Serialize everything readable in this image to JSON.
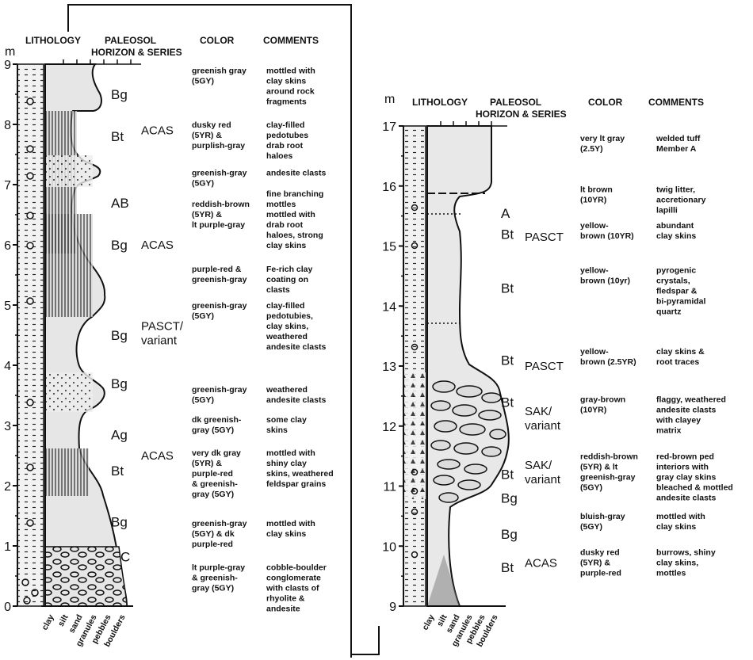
{
  "left_section": {
    "headers": {
      "lithology": "LITHOLOGY",
      "paleosol": "PALEOSOL",
      "horizon_series": "HORIZON & SERIES",
      "color": "COLOR",
      "comments": "COMMENTS"
    },
    "unit": "m",
    "depth_ticks": [
      "0",
      "1",
      "2",
      "3",
      "4",
      "5",
      "6",
      "7",
      "8",
      "9"
    ],
    "grain_labels": [
      "clay",
      "silt",
      "sand",
      "granules",
      "pebbles",
      "boulders"
    ],
    "horizons": [
      {
        "name": "Bg",
        "depth": 8.5
      },
      {
        "name": "Bt",
        "depth": 7.8
      },
      {
        "name": "AB",
        "depth": 6.7
      },
      {
        "name": "Bg",
        "depth": 6.0
      },
      {
        "name": "Bg",
        "depth": 4.5
      },
      {
        "name": "Bg",
        "depth": 3.7
      },
      {
        "name": "Ag",
        "depth": 2.85
      },
      {
        "name": "Bt",
        "depth": 2.25
      },
      {
        "name": "Bg",
        "depth": 1.4
      },
      {
        "name": "C",
        "depth": 0.82
      }
    ],
    "series": [
      {
        "lines": [
          "ACAS"
        ],
        "depth": 7.9
      },
      {
        "lines": [
          "ACAS"
        ],
        "depth": 6.0
      },
      {
        "lines": [
          "PASCT/",
          "variant"
        ],
        "depth": 4.65
      },
      {
        "lines": [
          "ACAS"
        ],
        "depth": 2.5
      }
    ],
    "notes": [
      {
        "color": [
          "greenish gray",
          "(5GY)"
        ],
        "comments": [
          "mottled with",
          "clay skins",
          "around rock",
          "fragments"
        ],
        "depth": 8.85
      },
      {
        "color": [
          "dusky red",
          "(5YR) &",
          "purplish-gray"
        ],
        "comments": [
          "clay-filled",
          "pedotubes",
          "drab root",
          "haloes"
        ],
        "depth": 7.95
      },
      {
        "color": [
          "greenish-gray",
          "(5GY)"
        ],
        "comments": [
          "andesite clasts"
        ],
        "depth": 7.15
      },
      {
        "color": [
          "",
          "reddish-brown",
          "(5YR) &",
          "lt purple-gray"
        ],
        "comments": [
          "fine branching",
          "mottles",
          "mottled with",
          "drab root",
          "haloes, strong",
          "clay skins"
        ],
        "depth": 6.8
      },
      {
        "color": [
          "purple-red &",
          "greenish-gray"
        ],
        "comments": [
          "Fe-rich clay",
          "coating on",
          "clasts"
        ],
        "depth": 5.55
      },
      {
        "color": [
          "greenish-gray",
          "(5GY)"
        ],
        "comments": [
          "clay-filled",
          "pedotubies,",
          "clay skins,",
          "weathered",
          "andesite clasts"
        ],
        "depth": 4.95
      },
      {
        "color": [
          "greenish-gray",
          "(5GY)"
        ],
        "comments": [
          "weathered",
          "andesite clasts"
        ],
        "depth": 3.55
      },
      {
        "color": [
          "dk greenish-",
          "gray (5GY)"
        ],
        "comments": [
          "some clay",
          "skins"
        ],
        "depth": 3.05
      },
      {
        "color": [
          "very dk gray",
          "(5YR) &",
          "purple-red",
          "& greenish-",
          "gray (5GY)"
        ],
        "comments": [
          "mottled with",
          "shiny clay",
          "skins, weathered",
          "feldspar grains"
        ],
        "depth": 2.5
      },
      {
        "color": [
          "greenish-gray",
          "(5GY) & dk",
          "purple-red"
        ],
        "comments": [
          "mottled with",
          "clay skins"
        ],
        "depth": 1.33
      },
      {
        "color": [
          "lt purple-gray",
          "& greenish-",
          "gray (5GY)"
        ],
        "comments": [
          "cobble-boulder",
          "conglomerate",
          "with clasts of",
          "rhyolite &",
          "andesite"
        ],
        "depth": 0.6
      }
    ]
  },
  "right_section": {
    "headers": {
      "lithology": "LITHOLOGY",
      "paleosol": "PALEOSOL",
      "horizon_series": "HORIZON & SERIES",
      "color": "COLOR",
      "comments": "COMMENTS"
    },
    "unit": "m",
    "depth_ticks": [
      "9",
      "10",
      "11",
      "12",
      "13",
      "14",
      "15",
      "16",
      "17"
    ],
    "grain_labels": [
      "clay",
      "silt",
      "sand",
      "granules",
      "pebbles",
      "boulders"
    ],
    "horizons": [
      {
        "name": "A",
        "depth": 15.55
      },
      {
        "name": "Bt",
        "depth": 15.2
      },
      {
        "name": "Bt",
        "depth": 14.3
      },
      {
        "name": "Bt",
        "depth": 13.1
      },
      {
        "name": "Bt",
        "depth": 12.4
      },
      {
        "name": "Bt",
        "depth": 11.2
      },
      {
        "name": "Bg",
        "depth": 10.8
      },
      {
        "name": "Bg",
        "depth": 10.2
      },
      {
        "name": "Bt",
        "depth": 9.65
      }
    ],
    "series": [
      {
        "lines": [
          "PASCT"
        ],
        "depth": 15.15
      },
      {
        "lines": [
          "PASCT"
        ],
        "depth": 13.0
      },
      {
        "lines": [
          "SAK/",
          "variant"
        ],
        "depth": 12.25
      },
      {
        "lines": [
          "SAK/",
          "variant"
        ],
        "depth": 11.35
      },
      {
        "lines": [
          "ACAS"
        ],
        "depth": 9.72
      }
    ],
    "notes": [
      {
        "color": [
          "very lt gray",
          "(2.5Y)"
        ],
        "comments": [
          "welded tuff",
          "Member A"
        ],
        "depth": 16.75
      },
      {
        "color": [
          "lt brown",
          "(10YR)"
        ],
        "comments": [
          "twig litter,",
          "accretionary",
          "lapilli"
        ],
        "depth": 15.9
      },
      {
        "color": [
          "yellow-",
          "brown (10YR)"
        ],
        "comments": [
          "abundant",
          "clay skins"
        ],
        "depth": 15.3
      },
      {
        "color": [
          "yellow-",
          "brown (10yr)"
        ],
        "comments": [
          "pyrogenic",
          "crystals,",
          "fledspar &",
          "bi-pyramidal",
          "quartz"
        ],
        "depth": 14.55
      },
      {
        "color": [
          "yellow-",
          "brown (2.5YR)"
        ],
        "comments": [
          "clay skins &",
          "root traces"
        ],
        "depth": 13.2
      },
      {
        "color": [
          "gray-brown",
          "(10YR)"
        ],
        "comments": [
          "flaggy, weathered",
          "andesite clasts",
          "with clayey",
          "matrix"
        ],
        "depth": 12.4
      },
      {
        "color": [
          "reddish-brown",
          "(5YR) & lt",
          "greenish-gray",
          "(5GY)"
        ],
        "comments": [
          "red-brown ped",
          "interiors with",
          "gray clay skins",
          "bleached & mottled",
          "andesite clasts"
        ],
        "depth": 11.45
      },
      {
        "color": [
          "bluish-gray",
          "(5GY)"
        ],
        "comments": [
          "mottled with",
          "clay skins"
        ],
        "depth": 10.45
      },
      {
        "color": [
          "dusky red",
          "(5YR) &",
          "purple-red"
        ],
        "comments": [
          "burrows, shiny",
          "clay skins,",
          "mottles"
        ],
        "depth": 9.85
      }
    ]
  }
}
